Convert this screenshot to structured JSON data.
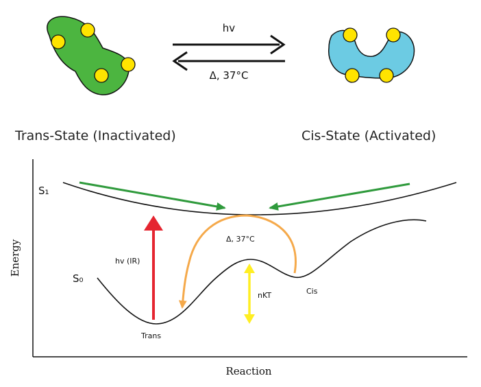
{
  "reaction_arrows": {
    "forward_label": "hv",
    "reverse_label": "Δ, 37°C"
  },
  "states": {
    "trans_label": "Trans-State (Inactivated)",
    "cis_label": "Cis-State (Activated)"
  },
  "energy_diagram": {
    "y_axis_label": "Energy",
    "x_axis_label": "Reaction",
    "s1_label": "S₁",
    "s0_label": "S₀",
    "excitation_label": "hv (IR)",
    "thermal_label": "Δ, 37°C",
    "barrier_label": "nKT",
    "trans_min_label": "Trans",
    "cis_min_label": "Cis"
  },
  "colors": {
    "trans_molecule": "#4cb540",
    "cis_molecule": "#6ccbe3",
    "dots": "#ffe400",
    "excitation_arrow": "#e52530",
    "relaxation_arrows": "#2f9a3c",
    "thermal_arrow": "#f5a94a",
    "barrier_arrow": "#ffee22"
  }
}
